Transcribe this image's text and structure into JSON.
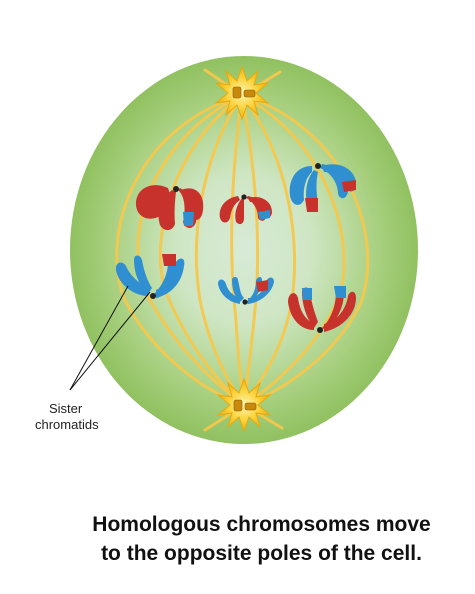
{
  "labels": {
    "sister_chromatids_line1": "Sister",
    "sister_chromatids_line2": "chromatids"
  },
  "caption": {
    "line1": "Homologous chromosomes move",
    "line2": "to the opposite poles of the cell."
  },
  "colors": {
    "cell_outer": "#8fbf5a",
    "cell_inner": "#d6e9d6",
    "spindle": "#f5c64a",
    "centrosome": "#f7c21a",
    "chromatid_red": "#c8322c",
    "chromatid_blue": "#2f8fd0"
  }
}
